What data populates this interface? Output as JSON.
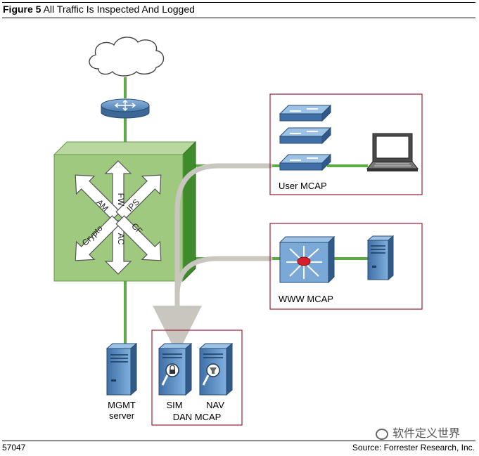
{
  "figure": {
    "label": "Figure 5",
    "title": "All Traffic Is Inspected And Logged"
  },
  "hub": {
    "arrow_labels": [
      "FW",
      "AM",
      "IPS",
      "Crypto",
      "CF",
      "AC"
    ]
  },
  "nodes": {
    "user_mcap": "User MCAP",
    "www_mcap": "WWW MCAP",
    "dan_mcap": "DAN MCAP",
    "sim": "SIM",
    "nav": "NAV",
    "mgmt_line1": "MGMT",
    "mgmt_line2": "server"
  },
  "footer": {
    "id": "57047",
    "source": "Source: Forrester Research, Inc."
  },
  "watermark": "软件定义世界",
  "colors": {
    "link_green": "#5aac44",
    "box_border": "#9e1b32",
    "hub_face": "#a0c886",
    "flow_gray": "#c8c6bf",
    "device_blue": "#5d92c7"
  }
}
